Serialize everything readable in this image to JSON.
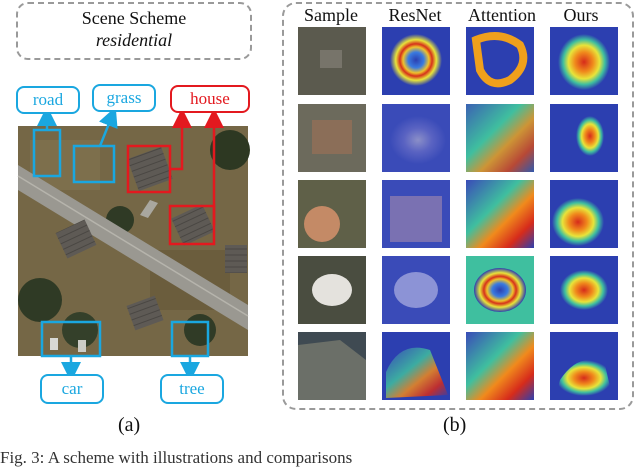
{
  "panel_a": {
    "scheme_title": "Scene Scheme",
    "scheme_value": "residential",
    "labels": {
      "road": "road",
      "grass": "grass",
      "house": "house",
      "car": "car",
      "tree": "tree"
    },
    "caption": "(a)"
  },
  "panel_b": {
    "columns": [
      "Sample",
      "ResNet",
      "Attention",
      "Ours"
    ],
    "caption": "(b)"
  },
  "colors": {
    "label_blue": "#1aa7e0",
    "label_red": "#e3191f",
    "dashed_border": "#9a9a9a"
  },
  "figure_caption_fragment": "Fig. 3: A scheme with illustrations and comparisons"
}
